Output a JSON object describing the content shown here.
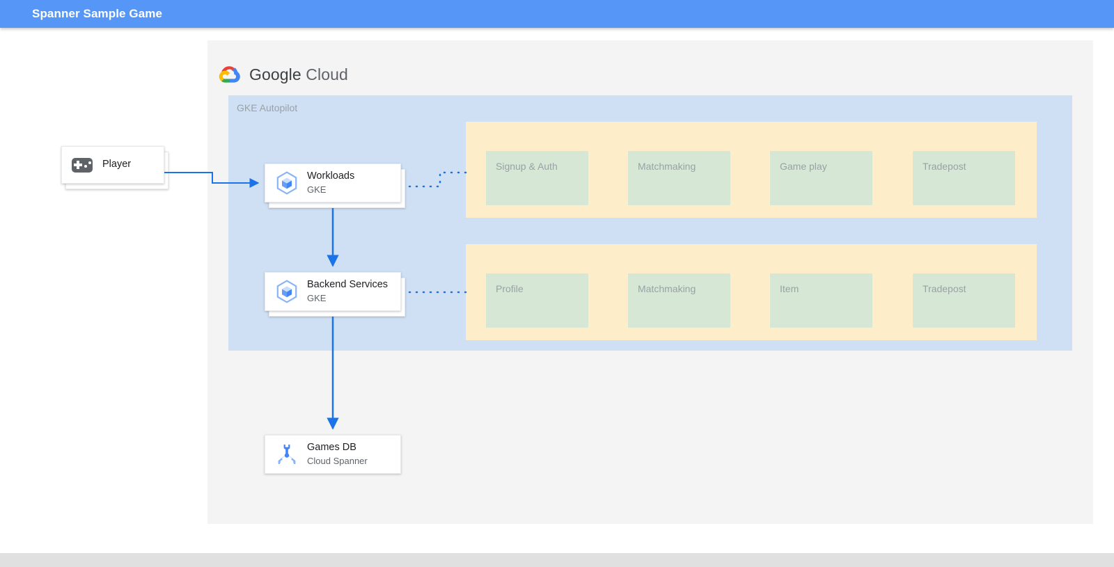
{
  "appbar": {
    "title": "Spanner Sample Game"
  },
  "branding": {
    "logo_icon": "google-cloud-logo-icon",
    "word_google": "Google",
    "word_cloud": "Cloud",
    "colors": {
      "red": "#ea4335",
      "yellow": "#fbbc04",
      "blue": "#4285f4",
      "green": "#34a853",
      "appbar_blue": "#5596f6",
      "region_blue": "#cfe0f4",
      "group_yellow": "#fdeec9",
      "service_green": "#d6e8d5",
      "connector_blue": "#1a73e8"
    }
  },
  "regions": {
    "gke_autopilot": {
      "label": "GKE Autopilot"
    }
  },
  "service_groups": [
    {
      "name": "workloads-services",
      "services": [
        {
          "label": "Signup & Auth"
        },
        {
          "label": "Matchmaking"
        },
        {
          "label": "Game play"
        },
        {
          "label": "Tradepost"
        }
      ]
    },
    {
      "name": "backend-services",
      "services": [
        {
          "label": "Profile"
        },
        {
          "label": "Matchmaking"
        },
        {
          "label": "Item"
        },
        {
          "label": "Tradepost"
        }
      ]
    }
  ],
  "nodes": {
    "player": {
      "title": "Player",
      "icon": "gamepad-icon"
    },
    "workloads": {
      "title": "Workloads",
      "subtitle": "GKE",
      "icon": "gke-hexagon-cube-icon"
    },
    "backend": {
      "title": "Backend Services",
      "subtitle": "GKE",
      "icon": "gke-hexagon-cube-icon"
    },
    "games_db": {
      "title": "Games DB",
      "subtitle": "Cloud Spanner",
      "icon": "cloud-spanner-icon"
    }
  }
}
